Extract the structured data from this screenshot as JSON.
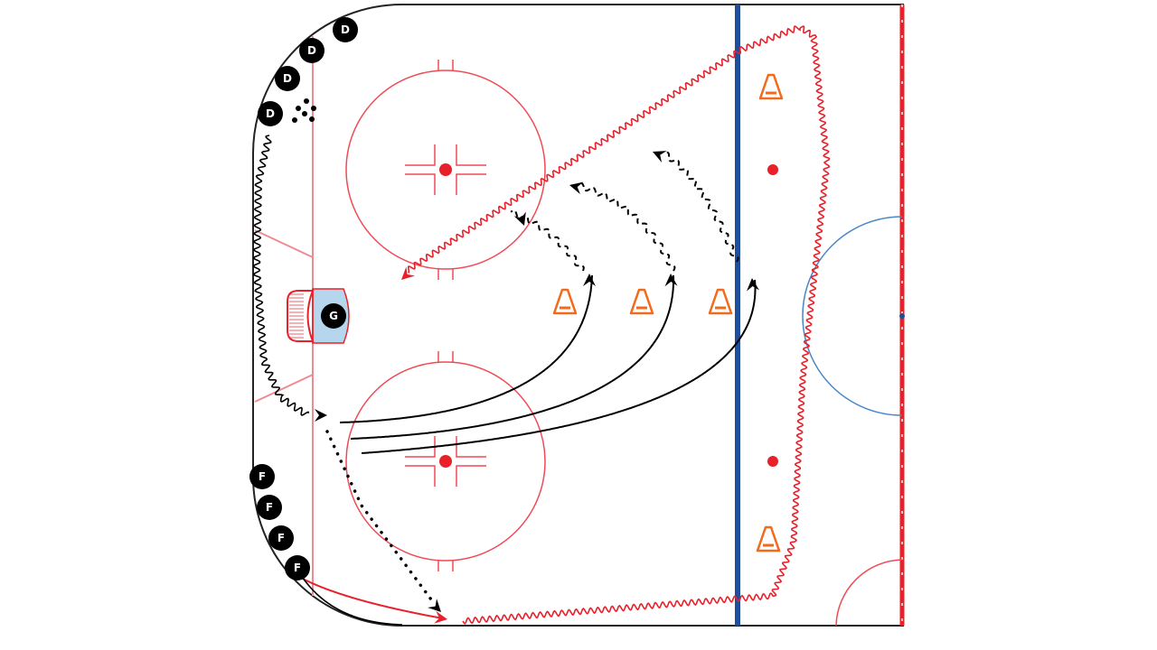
{
  "diagram": {
    "title": "Hockey drill diagram",
    "players": {
      "defense": [
        {
          "label": "D"
        },
        {
          "label": "D"
        },
        {
          "label": "D"
        },
        {
          "label": "D"
        }
      ],
      "forwards": [
        {
          "label": "F"
        },
        {
          "label": "F"
        },
        {
          "label": "F"
        },
        {
          "label": "F"
        }
      ],
      "goalie": {
        "label": "G"
      }
    },
    "colors": {
      "rink_red": "#e8202a",
      "line_red": "#f04a55",
      "blue_line": "#1f4f9c",
      "center_circle": "#4a86c8",
      "crease": "#b6d6ee",
      "cone": "#f26a1b",
      "player": "#000000"
    }
  }
}
